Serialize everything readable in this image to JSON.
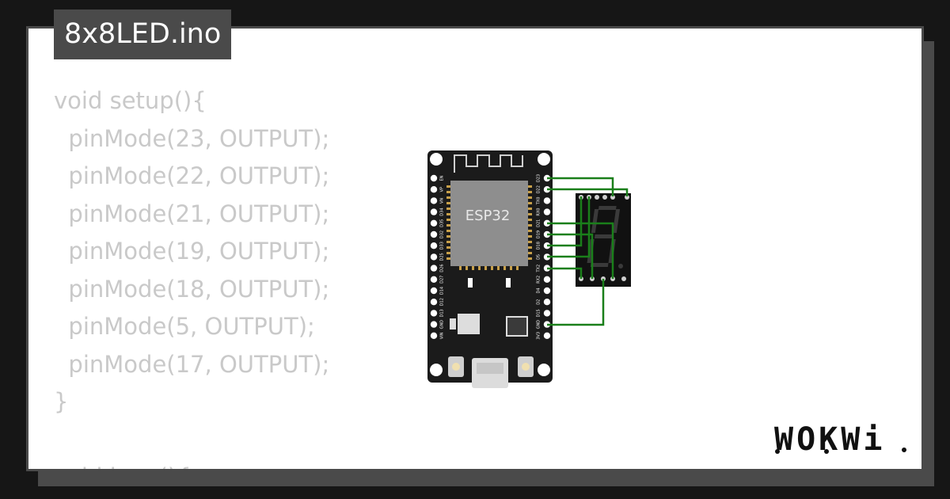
{
  "filename": "8x8LED.ino",
  "code_lines": [
    "void setup(){",
    "  pinMode(23, OUTPUT);",
    "  pinMode(22, OUTPUT);",
    "  pinMode(21, OUTPUT);",
    "  pinMode(19, OUTPUT);",
    "  pinMode(18, OUTPUT);",
    "  pinMode(5, OUTPUT);",
    "  pinMode(17, OUTPUT);",
    "}",
    "",
    "void loop(){"
  ],
  "board": {
    "chip_label": "ESP32",
    "left_pins": [
      "EN",
      "VP",
      "VN",
      "D34",
      "D35",
      "D32",
      "D33",
      "D25",
      "D26",
      "D27",
      "D14",
      "D12",
      "D13",
      "GND",
      "VIN"
    ],
    "right_pins": [
      "D23",
      "D22",
      "TX0",
      "RX0",
      "D21",
      "D19",
      "D18",
      "D5",
      "TX2",
      "RX2",
      "D4",
      "D2",
      "D15",
      "GND",
      "3V3"
    ]
  },
  "logo_text": "WOKWi",
  "colors": {
    "background": "#161616",
    "card": "#ffffff",
    "frame": "#4a4a4a",
    "code_text": "#c9c9c9",
    "wire": "#1a7f1a",
    "board": "#1b1b1b",
    "chip": "#8e8e8e"
  }
}
